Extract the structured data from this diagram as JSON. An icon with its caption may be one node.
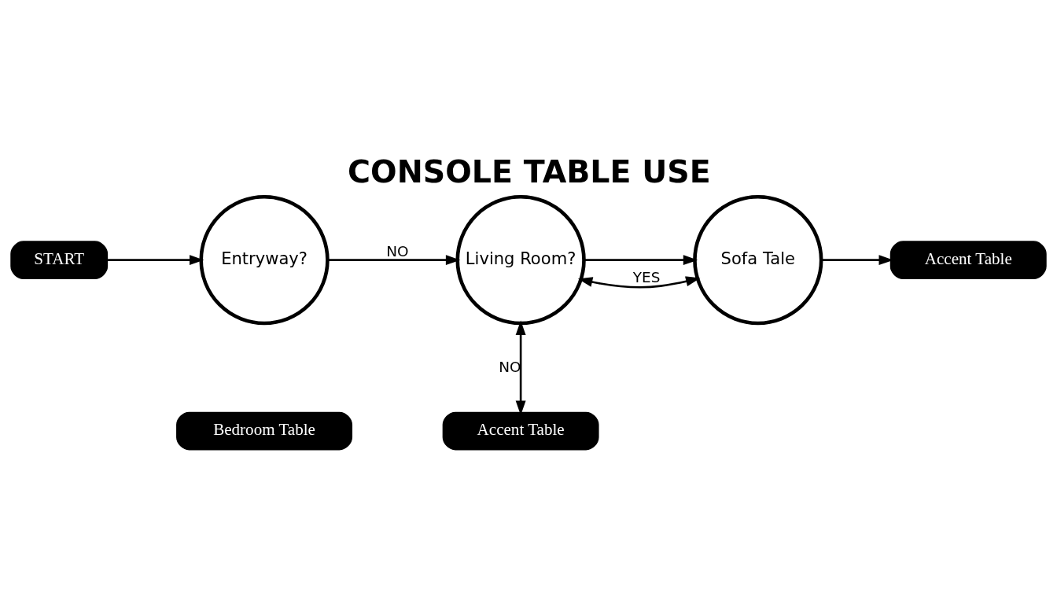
{
  "diagram": {
    "title": "CONSOLE TABLE USE",
    "nodes": [
      {
        "text": [
          "START"
        ]
      },
      {
        "text": [
          "Entryway?"
        ]
      },
      {
        "text": [
          "Living Room?"
        ]
      },
      {
        "text": [
          "Sofa Tale"
        ]
      },
      {
        "text": [
          "Accent Table"
        ]
      },
      {
        "text": [
          "Bedroom Table"
        ]
      },
      {
        "text": [
          "Accent Table"
        ]
      }
    ],
    "edges": [
      {
        "from": 0,
        "to": 1,
        "arrow": "to"
      },
      {
        "from": 1,
        "to": 2,
        "arrow": "to",
        "label": "NO"
      },
      {
        "from": 2,
        "to": 3,
        "arrow": "to"
      },
      {
        "from": 3,
        "to": 4,
        "arrow": "to"
      },
      {
        "from": 2,
        "to": 3,
        "arrow": "both",
        "label": "YES"
      },
      {
        "from": 2,
        "to": 6,
        "arrow": "both",
        "label": "NO"
      }
    ]
  }
}
